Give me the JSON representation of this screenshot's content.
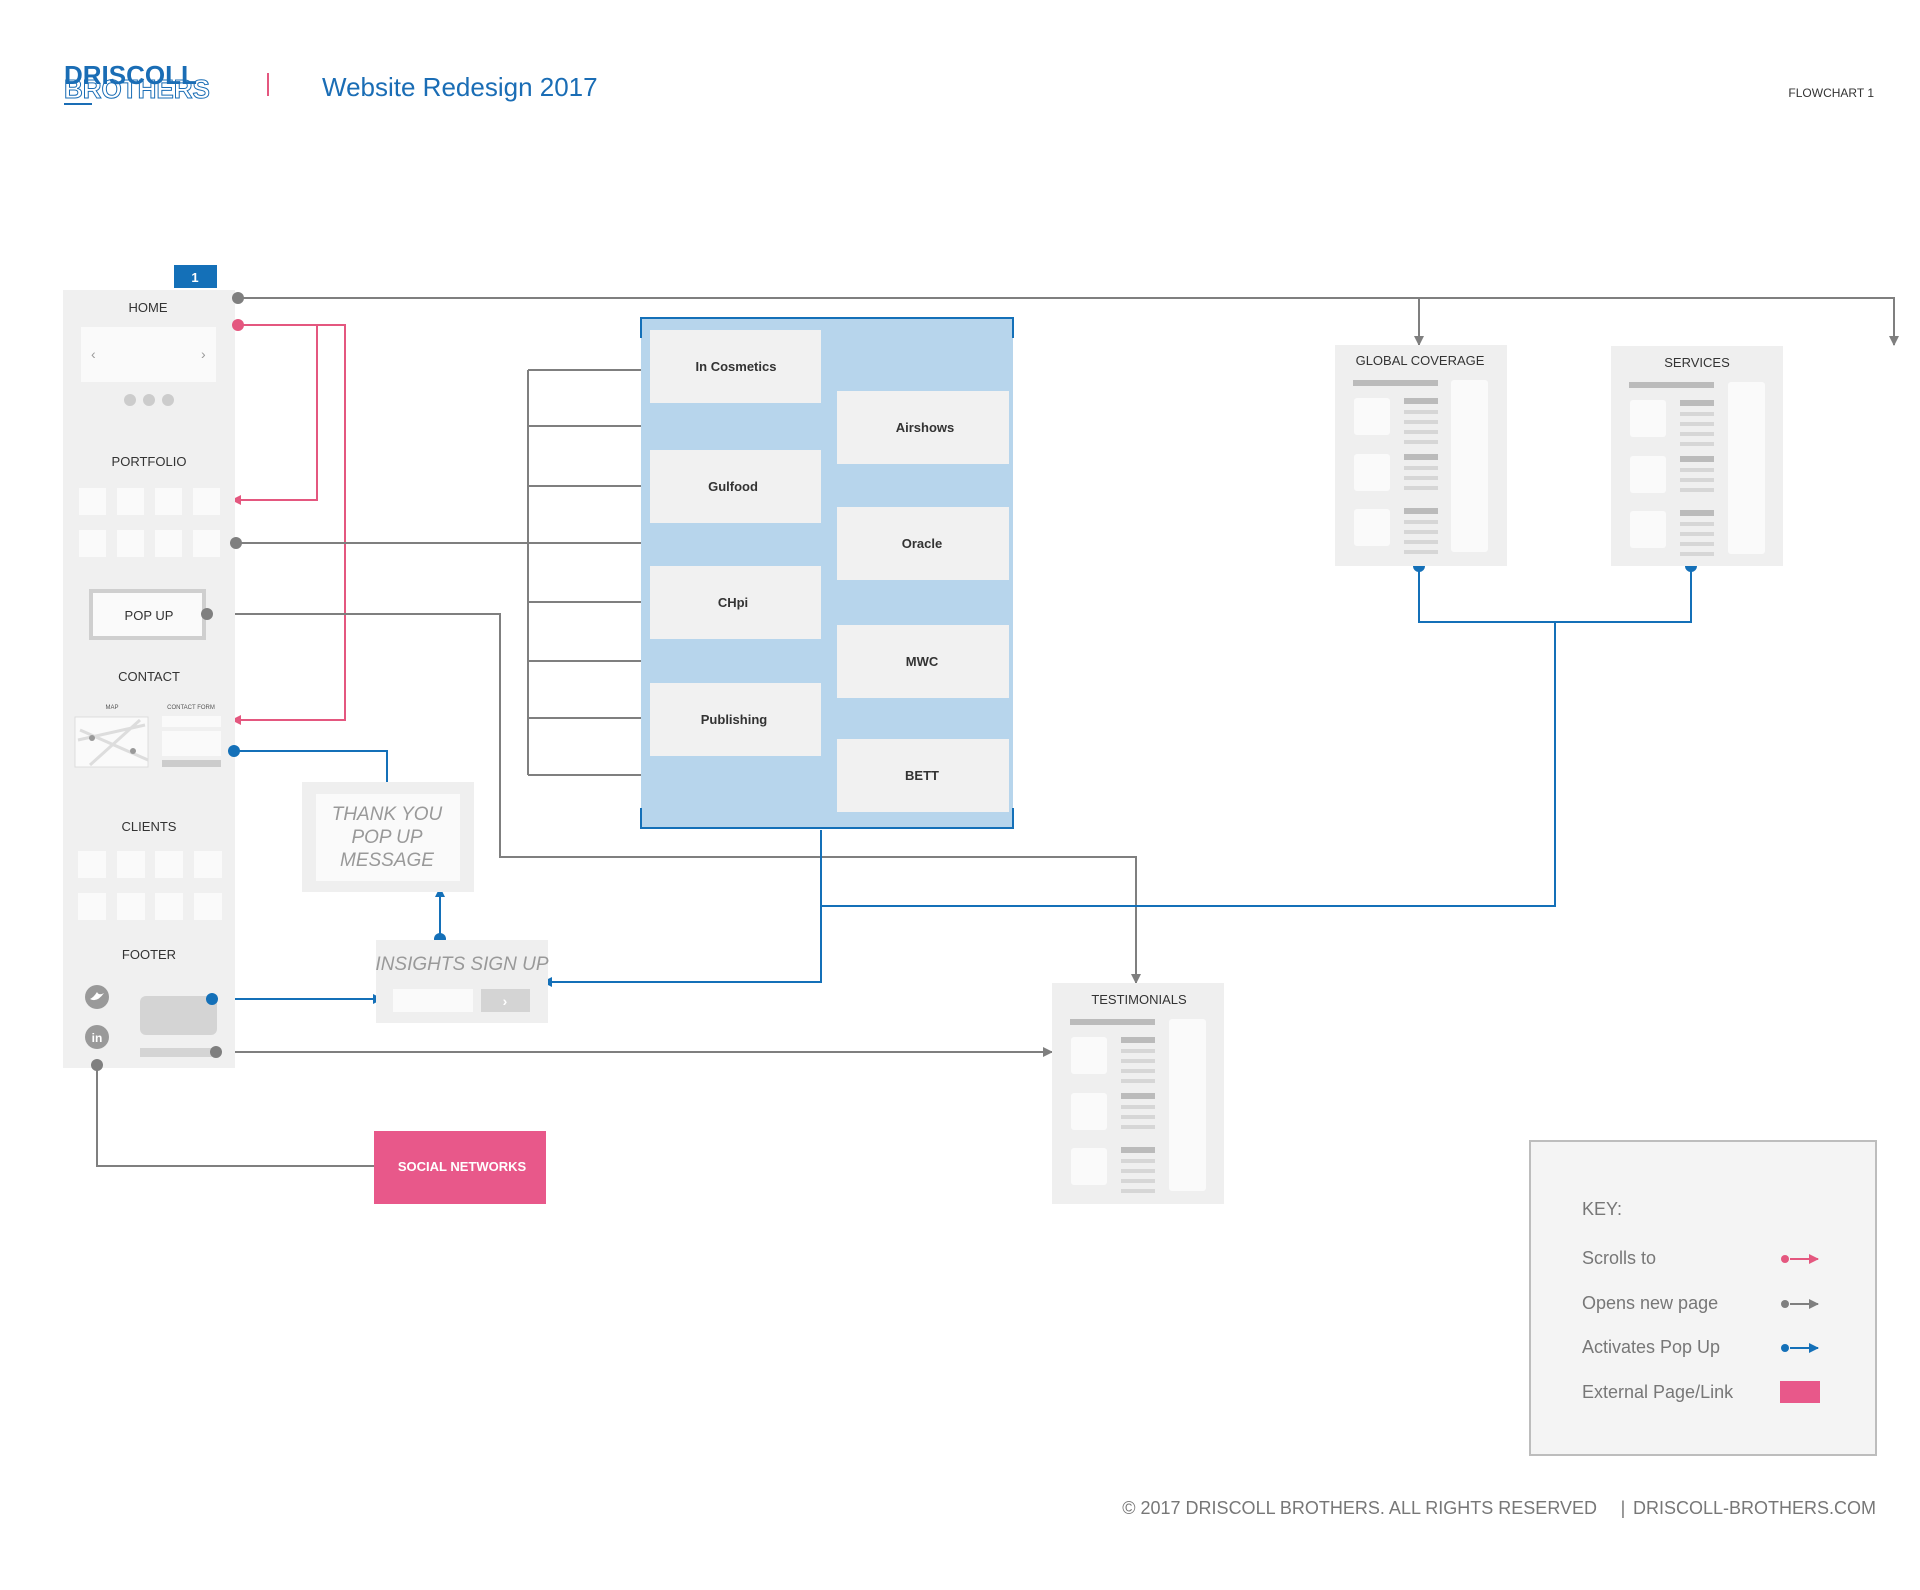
{
  "header": {
    "logo_line1": "DRISCOLL",
    "logo_line2": "BROTHERS",
    "title": "Website Redesign 2017",
    "flowchart_label": "FLOWCHART 1"
  },
  "home_column": {
    "badge": "1",
    "sections": {
      "home": "HOME",
      "portfolio": "PORTFOLIO",
      "popup": "POP UP",
      "contact": "CONTACT",
      "map": "MAP",
      "contact_form": "CONTACT FORM",
      "clients": "CLIENTS",
      "footer": "FOOTER"
    }
  },
  "portfolio_items": [
    "In Cosmetics",
    "Airshows",
    "Gulfood",
    "Oracle",
    "CHpi",
    "MWC",
    "Publishing",
    "BETT"
  ],
  "pages": {
    "global_coverage": "GLOBAL COVERAGE",
    "services": "SERVICES",
    "testimonials": "TESTIMONIALS"
  },
  "popups": {
    "thank_you": [
      "THANK YOU",
      "POP UP",
      "MESSAGE"
    ],
    "insights": "INSIGHTS SIGN UP"
  },
  "external": {
    "social_networks": "SOCIAL NETWORKS"
  },
  "key": {
    "title": "KEY:",
    "items": [
      {
        "label": "Scrolls to",
        "color": "#e4577f"
      },
      {
        "label": "Opens new page",
        "color": "#7f7f7f"
      },
      {
        "label": "Activates Pop Up",
        "color": "#1470b8"
      },
      {
        "label": "External Page/Link",
        "color": "#e8588a"
      }
    ]
  },
  "footer": {
    "copyright": "© 2017 DRISCOLL BROTHERS. ALL RIGHTS RESERVED",
    "separator": "|",
    "site": "DRISCOLL-BROTHERS.COM"
  },
  "colors": {
    "brand_blue": "#1a6db5",
    "pink": "#e4577f",
    "gray_line": "#7f7f7f",
    "panel": "#efefef",
    "portfolio_bg": "#b7d5ec"
  }
}
